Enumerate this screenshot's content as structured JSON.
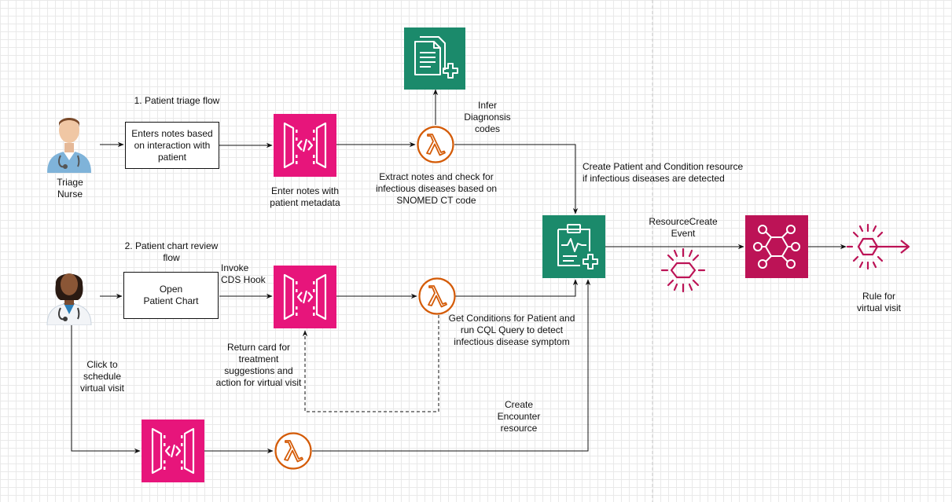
{
  "colors": {
    "api_gateway": "#e7157b",
    "lambda": "#d45b07",
    "healthlake": "#1b8a6b",
    "eventbridge": "#bc1356",
    "arrow": "#111111"
  },
  "icons": {
    "api_gateway": "api-gateway-icon",
    "lambda": "lambda-icon",
    "comprehend_medical": "document-plus-icon",
    "healthlake": "healthlake-icon",
    "eventbridge": "eventbridge-icon",
    "event": "event-icon",
    "rule": "rule-icon",
    "nurse": "nurse-icon",
    "doctor": "doctor-icon"
  },
  "actors": {
    "triage_nurse": "Triage\nNurse"
  },
  "flows": {
    "triage": "1. Patient triage flow",
    "chart_review": "2. Patient chart review\nflow"
  },
  "boxes": {
    "enters_notes": "Enters notes based\non interaction with\npatient",
    "open_chart": "Open\nPatient Chart"
  },
  "labels": {
    "enter_notes_metadata": "Enter notes with\npatient metadata",
    "extract_notes": "Extract notes and check for\ninfectious diseases based on\nSNOMED CT code",
    "infer_codes": "Infer\nDiagnonsis\ncodes",
    "create_patient_condition": "Create Patient and Condition resource\nif infectious diseases are detected",
    "resource_create_event": "ResourceCreate\nEvent",
    "rule_virtual_visit": "Rule for\nvirtual visit",
    "invoke_cds_hook": "Invoke\nCDS Hook",
    "get_conditions": "Get Conditions for Patient and\nrun CQL Query to detect\ninfectious disease symptom",
    "return_card": "Return card for\ntreatment\nsuggestions and\naction for virtual visit",
    "click_schedule": "Click to\nschedule\nvirtual visit",
    "create_encounter": "Create\nEncounter\nresource"
  }
}
